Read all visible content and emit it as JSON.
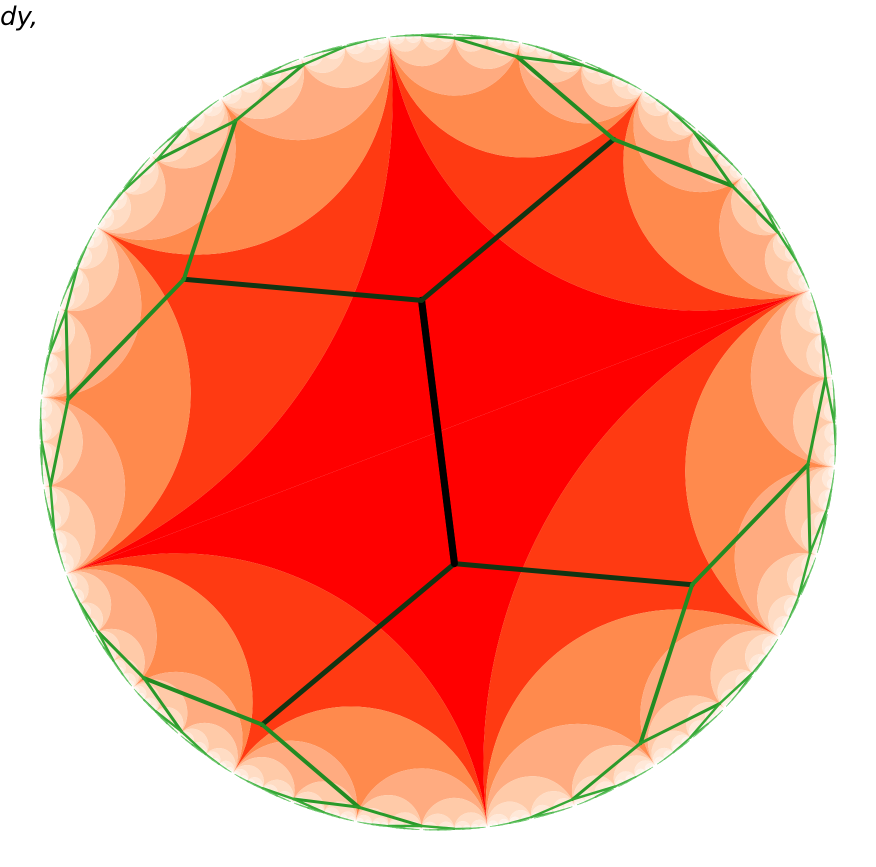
{
  "caption": "dy,",
  "tiling": {
    "description_free": true,
    "ideal_vertices_level1": 3,
    "subdivision_depth": 8,
    "tile_colors": [
      "#ff0000",
      "#ff3a12",
      "#ff8a4d",
      "#ffab80",
      "#ffcaa8",
      "#ffdcc4",
      "#ffe8d8",
      "#fff1e8",
      "#fff7f1"
    ],
    "tree_colors": [
      "#000000",
      "#123412",
      "#228b22",
      "#2a9a2a",
      "#35a835",
      "#44b044",
      "#55bb55",
      "#66c466",
      "#77cc77"
    ],
    "tree_widths": [
      7,
      5,
      4,
      3,
      2.4,
      1.8,
      1.3,
      1.0,
      0.8
    ]
  }
}
